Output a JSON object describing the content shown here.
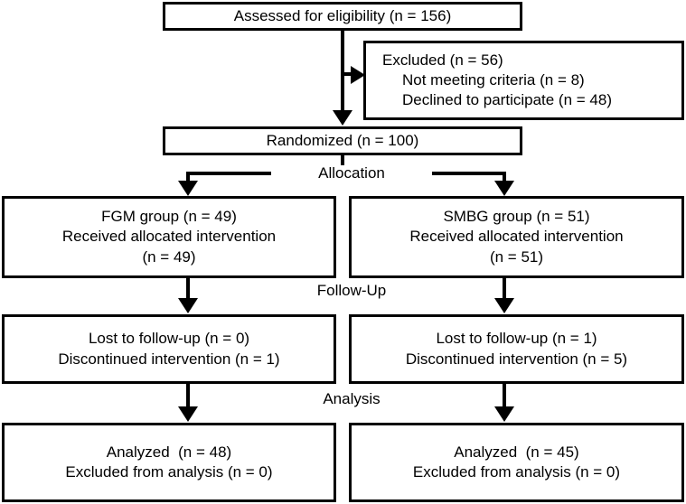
{
  "diagram": {
    "title": "CONSORT participant flow diagram",
    "type": "flowchart",
    "colors": {
      "background": "#ffffff",
      "border": "#000000",
      "text": "#000000"
    }
  },
  "nodes": {
    "assessed": {
      "label": "Assessed for eligibility (n = 156)",
      "n": 156
    },
    "excluded": {
      "heading": "Excluded (n = 56)",
      "n": 56,
      "reason_1": "Not meeting criteria (n = 8)",
      "reason_1_n": 8,
      "reason_2": "Declined to participate (n = 48)",
      "reason_2_n": 48
    },
    "randomized": {
      "label": "Randomized (n = 100)",
      "n": 100
    },
    "allocation_left": {
      "line_1": "FGM group (n = 49)",
      "line_2": "Received allocated intervention",
      "line_3": "(n = 49)",
      "n": 49
    },
    "allocation_right": {
      "line_1": "SMBG group (n = 51)",
      "line_2": "Received allocated intervention",
      "line_3": "(n = 51)",
      "n": 51
    },
    "followup_left": {
      "line_1": "Lost to follow-up (n = 0)",
      "line_2": "Discontinued intervention (n = 1)",
      "lost_n": 0,
      "discontinued_n": 1
    },
    "followup_right": {
      "line_1": "Lost to follow-up (n = 1)",
      "line_2": "Discontinued intervention (n = 5)",
      "lost_n": 1,
      "discontinued_n": 5
    },
    "analysis_left": {
      "line_1": "Analyzed  (n = 48)",
      "line_2": "Excluded from analysis (n = 0)",
      "analyzed_n": 48,
      "excluded_n": 0
    },
    "analysis_right": {
      "line_1": "Analyzed  (n = 45)",
      "line_2": "Excluded from analysis (n = 0)",
      "analyzed_n": 45,
      "excluded_n": 0
    }
  },
  "stage_labels": {
    "allocation": "Allocation",
    "followup": "Follow-Up",
    "analysis": "Analysis"
  }
}
